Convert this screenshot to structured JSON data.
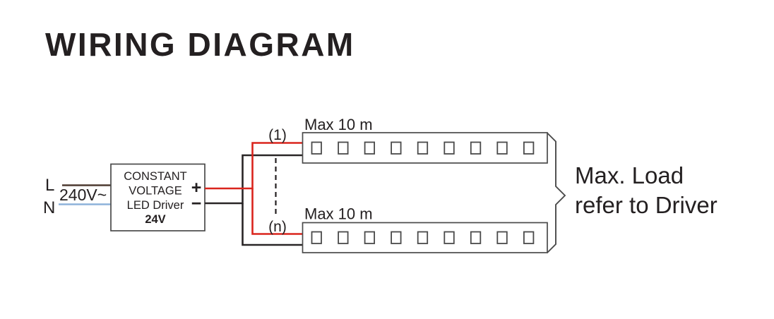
{
  "title": "WIRING DIAGRAM",
  "mains": {
    "live_label": "L",
    "neutral_label": "N",
    "voltage_label": "240V~"
  },
  "driver": {
    "name_line1": "CONSTANT",
    "name_line2": "VOLTAGE",
    "name_line3": "LED Driver",
    "output_voltage": "24V",
    "plus_terminal": "+",
    "minus_terminal": "−"
  },
  "branches": {
    "first_label": "(1)",
    "nth_label": "(n)"
  },
  "strips": [
    {
      "length_label": "Max 10 m",
      "led_count": 9
    },
    {
      "length_label": "Max 10 m",
      "led_count": 9
    }
  ],
  "load_note": {
    "line1": "Max. Load",
    "line2": "refer to Driver"
  },
  "colors": {
    "live_wire": "#4d3a31",
    "neutral_wire": "#8db2da",
    "positive_wire": "#da251d",
    "negative_wire": "#292526",
    "outline": "#4a4a4a",
    "text": "#242021"
  }
}
